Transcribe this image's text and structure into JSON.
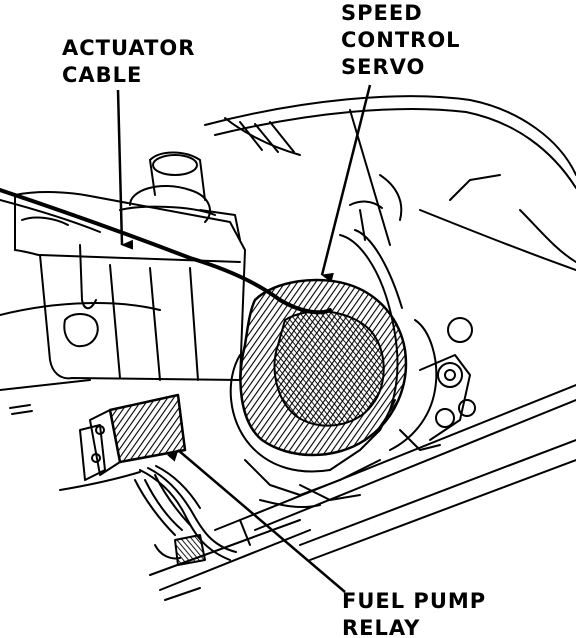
{
  "labels": {
    "actuator_cable": [
      "ACTUATOR",
      "CABLE"
    ],
    "speed_control_servo": [
      "SPEED",
      "CONTROL",
      "SERVO"
    ],
    "fuel_pump_relay": [
      "FUEL PUMP",
      "RELAY"
    ]
  },
  "colors": {
    "ink": "#000000",
    "paper": "#ffffff"
  }
}
